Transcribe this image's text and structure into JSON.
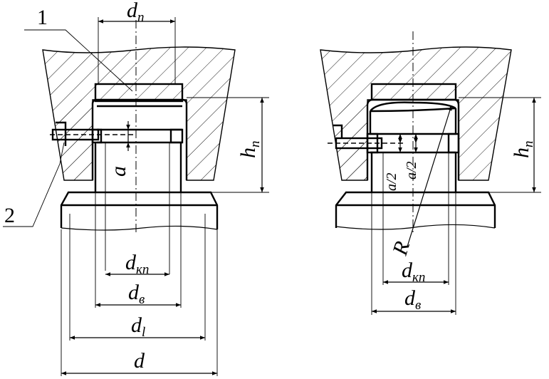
{
  "left_view": {
    "callouts": [
      "1",
      "2"
    ],
    "labels": {
      "d_n": {
        "base": "d",
        "sub": "n"
      },
      "h_n": {
        "base": "h",
        "sub": "n"
      },
      "a": {
        "base": "a"
      },
      "d_kp": {
        "base": "d",
        "sub": "кп"
      },
      "d_v": {
        "base": "d",
        "sub": "в"
      },
      "d_1": {
        "base": "d",
        "sub": "l"
      },
      "d": {
        "base": "d"
      }
    }
  },
  "right_view": {
    "labels": {
      "h_n": {
        "base": "h",
        "sub": "n"
      },
      "a_half_1": {
        "base": "a/2"
      },
      "a_half_2": {
        "base": "a/2"
      },
      "R": {
        "base": "R"
      },
      "d_kp": {
        "base": "d",
        "sub": "кп"
      },
      "d_v": {
        "base": "d",
        "sub": "в"
      }
    }
  },
  "colors": {
    "line": "#000000",
    "background": "#ffffff"
  }
}
